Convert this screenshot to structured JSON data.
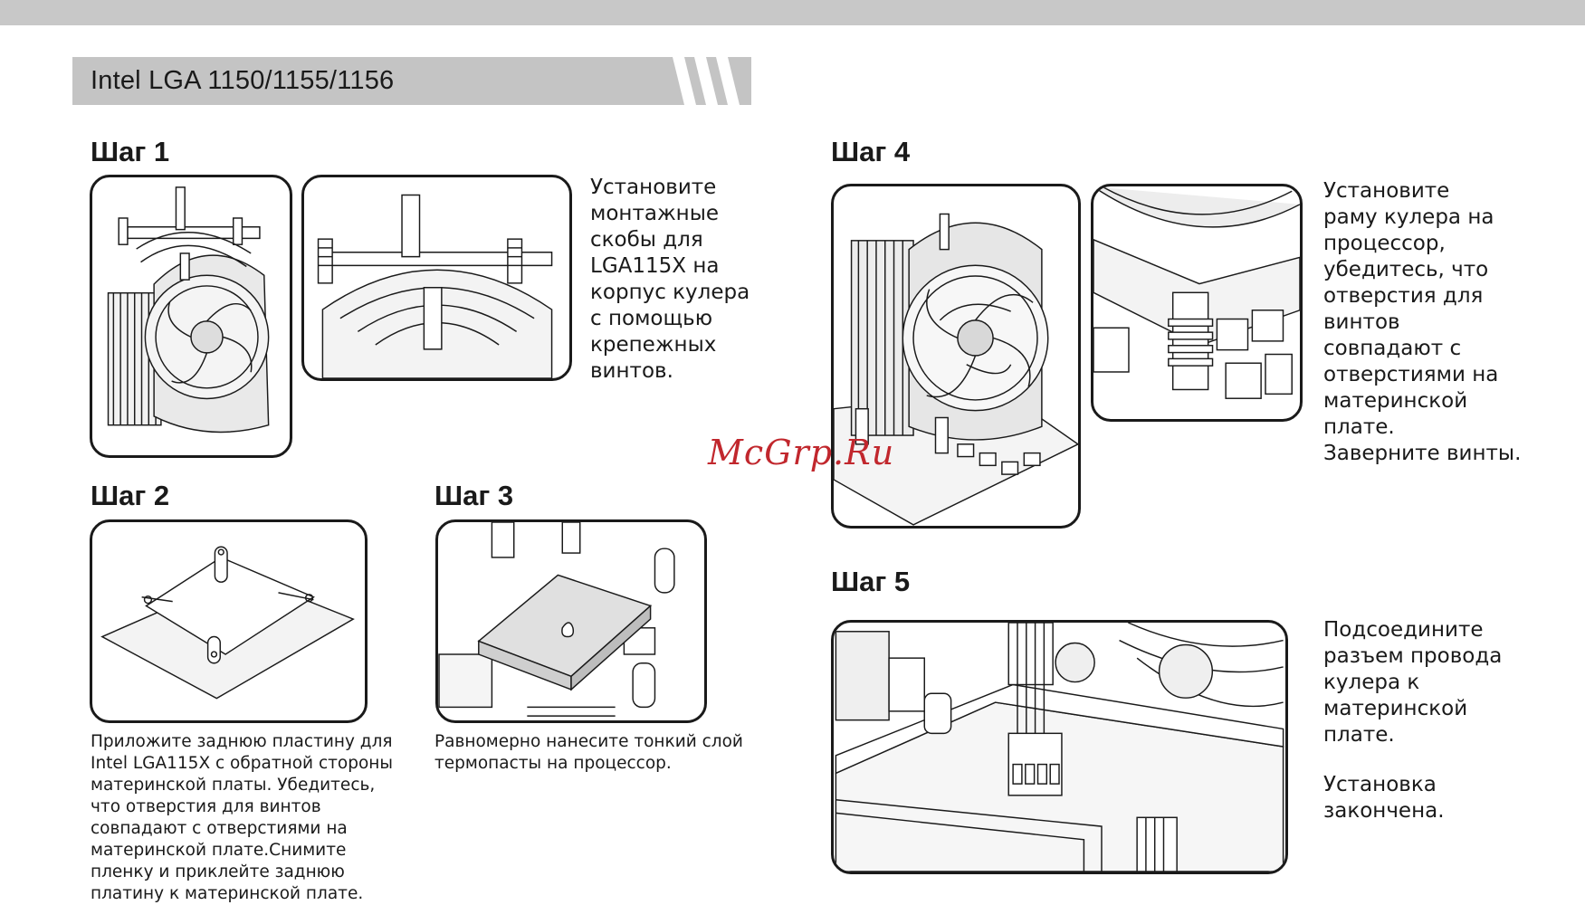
{
  "header": {
    "section_title": "Intel LGA 1150/1155/1156"
  },
  "steps": {
    "step1": {
      "title": "Шаг 1",
      "lines": [
        "Установите",
        "монтажные",
        "скобы для",
        "LGA115X на",
        "корпус кулера",
        "с помощью",
        "крепежных",
        "винтов."
      ]
    },
    "step2": {
      "title": "Шаг 2",
      "lines": [
        "Приложите заднюю пластину для",
        "Intel LGA115X с обратной стороны",
        "материнской платы. Убедитесь,",
        "что отверстия для винтов",
        "совпадают с отверстиями на",
        "материнской плате.Снимите",
        "пленку и приклейте заднюю",
        "платину к материнской плате."
      ]
    },
    "step3": {
      "title": "Шаг 3",
      "lines": [
        "Равномерно нанесите тонкий слой",
        "термопасты на процессор."
      ]
    },
    "step4": {
      "title": "Шаг 4",
      "lines": [
        "Установите",
        "раму кулера на",
        "процессор,",
        "убедитесь, что",
        "отверстия для",
        "винтов",
        "совпадают с",
        "отверстиями на",
        "материнской",
        "плате.",
        "Заверните винты."
      ]
    },
    "step5": {
      "title": "Шаг 5",
      "lines_a": [
        "Подсоедините",
        "разъем провода",
        "кулера к",
        "материнской",
        "плате."
      ],
      "lines_b": [
        "Установка",
        "закончена."
      ]
    }
  },
  "watermark": "McGrp.Ru",
  "colors": {
    "top_bar": "#c8c8c8",
    "banner": "#c4c4c4",
    "line_art": "#1a1a1a",
    "watermark": "#c1272d"
  }
}
